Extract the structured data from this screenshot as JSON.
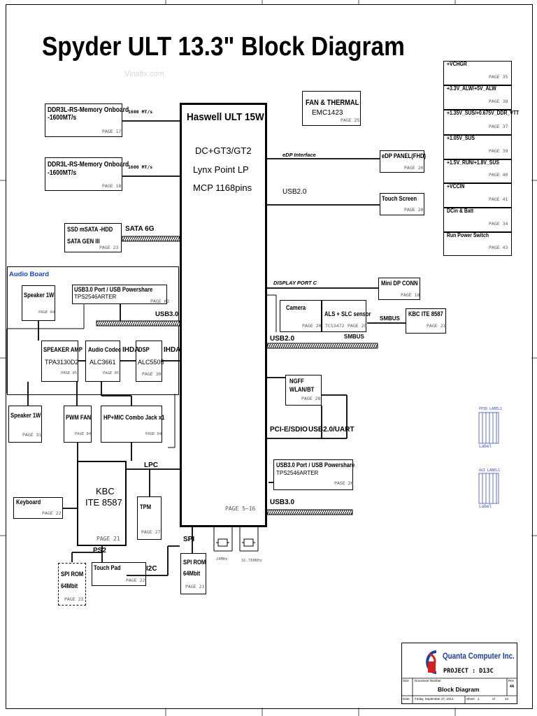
{
  "title": "Spyder ULT 13.3\" Block Diagram",
  "watermark": "Vinafix.com",
  "cpu": {
    "name": "Haswell ULT 15W",
    "line1": "DC+GT3/GT2",
    "line2": "Lynx Point LP",
    "line3": "MCP 1168pins",
    "page": "PAGE 5~16"
  },
  "blocks": {
    "ddr1": {
      "line1": "DDR3L-RS-Memory Onboard",
      "line2": "-1600MT/s",
      "page": "PAGE 17"
    },
    "ddr2": {
      "line1": "DDR3L-RS-Memory Onboard",
      "line2": "-1600MT/s",
      "page": "PAGE 18"
    },
    "ssd": {
      "line1": "SSD mSATA -HDD",
      "line2": "SATA GEN III",
      "page": "PAGE 23"
    },
    "fan": {
      "line1": "FAN & THERMAL",
      "line2": "EMC1423",
      "page": "PAGE 25"
    },
    "edp": {
      "line1": "eDP PANEL(FHD)",
      "page": "PAGE 20"
    },
    "touch": {
      "line1": "Touch Screen",
      "page": "PAGE 20"
    },
    "minidp": {
      "line1": "Mini DP CONN",
      "page": "PAGE 18"
    },
    "camera": {
      "line1": "Camera",
      "page": "PAGE 20"
    },
    "als": {
      "line1": "ALS + SLC sensor",
      "line2": "TCS3472",
      "page": "PAGE 20"
    },
    "kbc_r": {
      "line1": "KBC ITE 8587",
      "page": "PAGE 21"
    },
    "ngff": {
      "line1": "NGFF",
      "line2": "WLAN/BT",
      "page": "PAGE 28"
    },
    "usb3_r": {
      "line1": "USB3.0 Port / USB Powershare",
      "line2": "TPS2546ARTER",
      "page": "PAGE 26"
    },
    "usb3_l": {
      "line1": "USB3.0 Port / USB Powershare",
      "line2": "TPS2546ARTER",
      "page": "PAGE 02"
    },
    "spk1": {
      "line1": "Speaker 1W",
      "page": "PAGE 04"
    },
    "spkamp": {
      "line1": "SPEAKER AMP",
      "line2": "TPA3130D2",
      "page": "PAGE 05"
    },
    "codec": {
      "line1": "Audio Codec",
      "line2": "ALC3661",
      "page": "PAGE 05"
    },
    "dsp": {
      "line1": "DSP",
      "line2": "ALC5505",
      "page": "PAGE 30"
    },
    "spk2": {
      "line1": "Speaker 1W",
      "page": "PAGE 31"
    },
    "pwmfan": {
      "line1": "PWM FAN",
      "page": "PAGE 04"
    },
    "jack": {
      "line1": "HP+MIC Combo Jack x1",
      "page": "PAGE 04"
    },
    "kbc": {
      "line1": "KBC",
      "line2": "ITE 8587",
      "page": "PAGE 21"
    },
    "tpm": {
      "line1": "TPM",
      "page": "PAGE 27"
    },
    "keyboard": {
      "line1": "Keyboard",
      "page": "PAGE 22"
    },
    "touchpad": {
      "line1": "Touch Pad",
      "page": "PAGE 22"
    },
    "spirom1": {
      "line1": "SPI ROM",
      "line2": "64Mbit",
      "page": "PAGE 23"
    },
    "spirom2": {
      "line1": "SPI ROM",
      "line2": "64Mbit",
      "page": "PAGE 23"
    }
  },
  "power": [
    {
      "label": "+VCHGR",
      "page": "PAGE 35"
    },
    {
      "label": "+3.3V_ALW/+5V_ALW",
      "page": "PAGE 38"
    },
    {
      "label": "+1.35V_SUS/+0.675V_DDR_VTT",
      "page": "PAGE 37"
    },
    {
      "label": "+1.05V_SUS",
      "page": "PAGE 39"
    },
    {
      "label": "+1.5V_RUN/+1.8V_SUS",
      "page": "PAGE 40"
    },
    {
      "label": "+VCCIN",
      "page": "PAGE 41"
    },
    {
      "label": "DCin & Batt",
      "page": "PAGE 34"
    },
    {
      "label": "Run Power Switch",
      "page": "PAGE 43"
    }
  ],
  "bus": {
    "mem1": "1600 MT/s",
    "mem2": "1600 MT/s",
    "sata": "SATA 6G",
    "edp": "eDP Interface",
    "usb2_touch": "USB2.0",
    "dp": "DISPLAY PORT C",
    "smbus": "SMBUS",
    "usb2_cam": "USB2.0",
    "smbus2": "SMBUS",
    "pcie": "PCI-E/SDIO",
    "usb2uart": "USB2.0/UART",
    "usb3_r": "USB3.0",
    "usb3_l": "USB3.0",
    "ihda1": "IHDA",
    "ihda2": "IHDA",
    "lpc": "LPC",
    "spi": "SPI",
    "ps2": "PS2",
    "i2c": "I2C",
    "xtal1": "24MHz",
    "xtal2": "32.768KHz"
  },
  "audio_board": "Audio Board",
  "labels": {
    "ppid": "PPID LABEL1",
    "ppid_caption": "Label",
    "agi": "AGI LABEL1",
    "agi_caption": "Label"
  },
  "titleblock": {
    "company": "Quanta Computer Inc.",
    "project": "PROJECT : D13C",
    "size_label": "Size",
    "docnum_label": "Document Number",
    "rev_label": "Rev",
    "rev": "4A",
    "doc": "Block Diagram",
    "date_label": "Date:",
    "date": "Friday, September 27, 2013",
    "sheet_label": "Sheet",
    "sheet": "1",
    "of_label": "of",
    "total": "44"
  },
  "colors": {
    "accent_blue": "#1a3fd0",
    "logo_red": "#d42020",
    "logo_blue": "#1f3fa0"
  }
}
